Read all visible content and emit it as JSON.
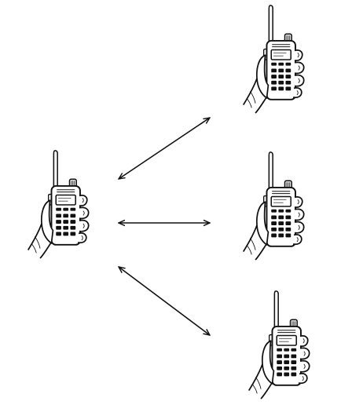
{
  "diagram": {
    "type": "one-to-many radio communication",
    "colors": {
      "background": "#ffffff",
      "ink": "#111111",
      "screen": "#ffffff"
    },
    "nodes": [
      {
        "id": "source-radio",
        "icon": "handheld-radio-icon",
        "role": "transmitter"
      },
      {
        "id": "receiver-radio-1",
        "icon": "handheld-radio-icon",
        "role": "receiver"
      },
      {
        "id": "receiver-radio-2",
        "icon": "handheld-radio-icon",
        "role": "receiver"
      },
      {
        "id": "receiver-radio-3",
        "icon": "handheld-radio-icon",
        "role": "receiver"
      }
    ],
    "links": [
      {
        "from": "source-radio",
        "to": "receiver-radio-1",
        "direction": "bidirectional"
      },
      {
        "from": "source-radio",
        "to": "receiver-radio-2",
        "direction": "bidirectional"
      },
      {
        "from": "source-radio",
        "to": "receiver-radio-3",
        "direction": "bidirectional"
      }
    ]
  }
}
